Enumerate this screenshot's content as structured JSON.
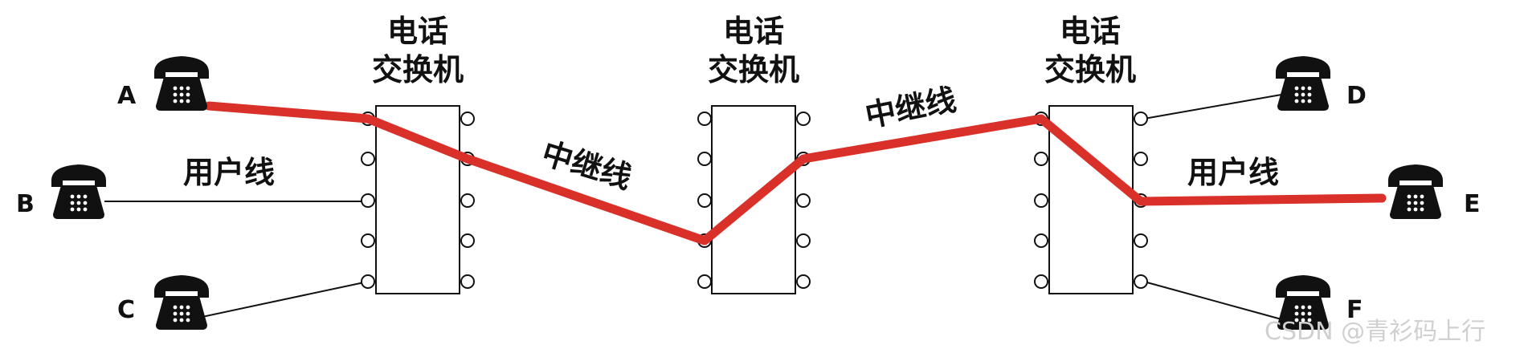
{
  "switches": [
    {
      "label_line1": "电话",
      "label_line2": "交换机"
    },
    {
      "label_line1": "电话",
      "label_line2": "交换机"
    },
    {
      "label_line1": "电话",
      "label_line2": "交换机"
    }
  ],
  "phones": [
    {
      "label": "A"
    },
    {
      "label": "B"
    },
    {
      "label": "C"
    },
    {
      "label": "D"
    },
    {
      "label": "E"
    },
    {
      "label": "F"
    }
  ],
  "line_labels": {
    "user_line_left": "用户线",
    "trunk_left": "中继线",
    "trunk_right": "中继线",
    "user_line_right": "用户线"
  },
  "watermark": "CSDN @青衫码上行",
  "colors": {
    "call_path": "#d9302a",
    "line": "#111111",
    "switch_fill": "#ffffff"
  },
  "icons": {
    "phone": "telephone-icon"
  }
}
